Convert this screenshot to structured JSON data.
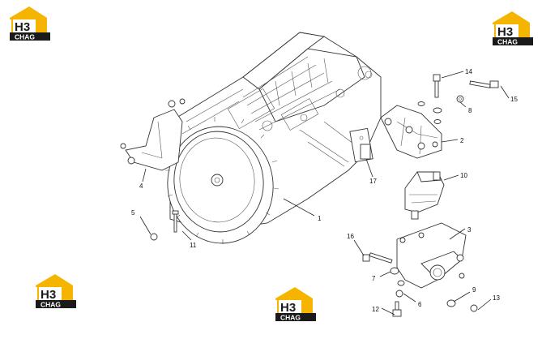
{
  "brand": {
    "logo_mark": "H3",
    "logo_text": "CHAG",
    "colors": {
      "yellow": "#f5b400",
      "dark": "#1a1a1a",
      "white": "#ffffff"
    }
  },
  "logos": [
    {
      "id": "logo-top-left"
    },
    {
      "id": "logo-top-right"
    },
    {
      "id": "logo-bottom-left"
    },
    {
      "id": "logo-bottom-center"
    }
  ],
  "callouts": [
    {
      "id": "1",
      "label": "1"
    },
    {
      "id": "2",
      "label": "2"
    },
    {
      "id": "3",
      "label": "3"
    },
    {
      "id": "4",
      "label": "4"
    },
    {
      "id": "5",
      "label": "5"
    },
    {
      "id": "6",
      "label": "6"
    },
    {
      "id": "7",
      "label": "7"
    },
    {
      "id": "8",
      "label": "8"
    },
    {
      "id": "9",
      "label": "9"
    },
    {
      "id": "10",
      "label": "10"
    },
    {
      "id": "11",
      "label": "11"
    },
    {
      "id": "12",
      "label": "12"
    },
    {
      "id": "13",
      "label": "13"
    },
    {
      "id": "14",
      "label": "14"
    },
    {
      "id": "15",
      "label": "15"
    },
    {
      "id": "16",
      "label": "16"
    },
    {
      "id": "17",
      "label": "17"
    }
  ]
}
